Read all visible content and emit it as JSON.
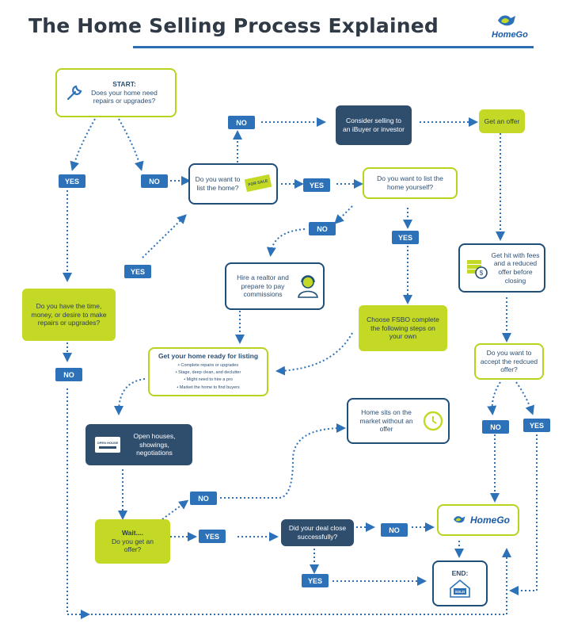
{
  "header": {
    "title": "The Home Selling Process Explained",
    "logo_text": "HomeGo"
  },
  "nodes": {
    "start_label": "START:",
    "start_q": "Does your home need repairs or upgrades?",
    "want_list": "Do you want to list the home?",
    "for_sale_sign": "FOR SALE",
    "ibuyer": "Consider selling to an iBuyer or investor",
    "get_offer": "Get an offer",
    "list_yourself": "Do you want to list the home yourself?",
    "time_money": "Do you have the time, money, or desire to make repairs or upgrades?",
    "realtor": "Hire a realtor and prepare to pay commissions",
    "fees": "Get hit with fees and a reduced offer before closing",
    "fsbo": "Choose FSBO complete the following steps on your own",
    "accept_reduced": "Do you want to accept the redcued offer?",
    "ready_title": "Get your home ready for listing",
    "ready_items": [
      "Complete repairs or upgrades",
      "Stage, deep clean, and declutter",
      "Might need to hire a pro",
      "Market the home to find buyers"
    ],
    "open_house_sign": "OPEN HOUSE",
    "open_houses": "Open houses, showings, negotiations",
    "sits_market": "Home sits on the market without an offer",
    "wait_title": "Wait....",
    "wait_q": "Do you get an offer?",
    "deal_close": "Did your deal close successfully?",
    "homego": "HomeGo",
    "end_label": "END:",
    "sold_sign": "SOLD"
  },
  "labels": {
    "yes": "YES",
    "no": "NO"
  },
  "colors": {
    "lime": "#c4d925",
    "navy": "#2f4e6e",
    "blue": "#2d72b8",
    "accent": "#2d6db4"
  }
}
